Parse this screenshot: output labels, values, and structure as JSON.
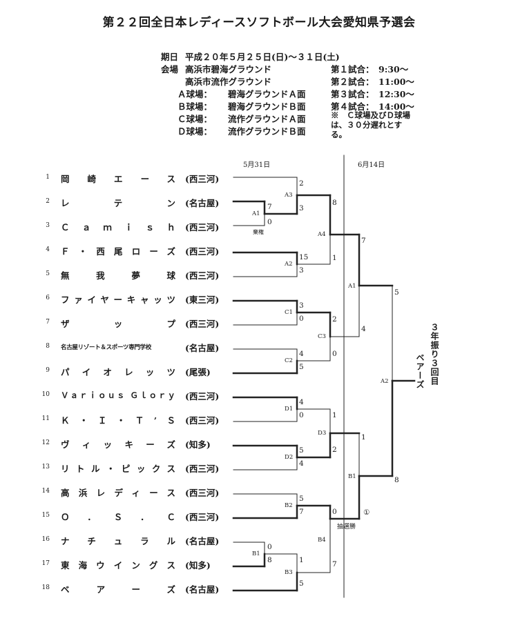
{
  "title": "第２２回全日本レディースソフトボール大会愛知県予選会",
  "info": {
    "period_label": "期日",
    "period_value": "平成２０年５月２５日(日)～３１日(土)",
    "venue_label": "会場",
    "venue_1": "高浜市碧海グラウンド",
    "venue_2": "高浜市流作グラウンド",
    "fields": [
      {
        "name": "Ａ球場：",
        "value": "碧海グラウンドＡ面"
      },
      {
        "name": "Ｂ球場：",
        "value": "碧海グラウンドＢ面"
      },
      {
        "name": "Ｃ球場：",
        "value": "流作グラウンドＡ面"
      },
      {
        "name": "Ｄ球場：",
        "value": "流作グラウンドＢ面"
      }
    ],
    "games": [
      {
        "label": "第１試合：",
        "time": "9:30～"
      },
      {
        "label": "第２試合：",
        "time": "11:00～"
      },
      {
        "label": "第３試合：",
        "time": "12:30～"
      },
      {
        "label": "第４試合：",
        "time": "14:00～"
      }
    ],
    "note": "※　Ｃ球場及びＤ球場は、３０分遅れとする。"
  },
  "dates": {
    "round1": "5月31日",
    "round2": "6月14日"
  },
  "teams": [
    {
      "num": "1",
      "name": "岡崎エース",
      "region": "(西三河)"
    },
    {
      "num": "2",
      "name": "レテン",
      "region": "(名古屋)"
    },
    {
      "num": "3",
      "name": "Ｃａｍｉｓｈ",
      "region": "(西三河)"
    },
    {
      "num": "4",
      "name": "Ｆ・西尾ローズ",
      "region": "(西三河)"
    },
    {
      "num": "5",
      "name": "無我夢球",
      "region": "(西三河)"
    },
    {
      "num": "6",
      "name": "ファイヤーキャッツ",
      "region": "(東三河)"
    },
    {
      "num": "7",
      "name": "ザップ",
      "region": "(西三河)"
    },
    {
      "num": "8",
      "name": "名古屋リゾート＆スポーツ専門学校",
      "region": "(名古屋)"
    },
    {
      "num": "9",
      "name": "パイオレッツ",
      "region": "(尾張)"
    },
    {
      "num": "10",
      "name": "Ｖａｒｉｏｕｓ Ｇｌｏｒｙ",
      "region": "(西三河)"
    },
    {
      "num": "11",
      "name": "Ｋ・Ｉ・Ｔ’Ｓ",
      "region": "(西三河)"
    },
    {
      "num": "12",
      "name": "ヴィッキーズ",
      "region": "(知多)"
    },
    {
      "num": "13",
      "name": "リトル・ピックス",
      "region": "(西三河)"
    },
    {
      "num": "14",
      "name": "高浜レディース",
      "region": "(西三河)"
    },
    {
      "num": "15",
      "name": "Ｏ．Ｓ．Ｃ",
      "region": "(西三河)"
    },
    {
      "num": "16",
      "name": "ナチュラル",
      "region": "(名古屋)"
    },
    {
      "num": "17",
      "name": "東海ウイングス",
      "region": "(知多)"
    },
    {
      "num": "18",
      "name": "ベアーズ",
      "region": "(名古屋)"
    }
  ],
  "matches": [
    {
      "id": "A1",
      "top": "7",
      "bottom": "0",
      "note": "棄権"
    },
    {
      "id": "A3",
      "top": "2",
      "bottom": "3"
    },
    {
      "id": "A2",
      "top": "15",
      "bottom": "3"
    },
    {
      "id": "A4",
      "top": "8",
      "bottom": "1"
    },
    {
      "id": "C1",
      "top": "3",
      "bottom": "0"
    },
    {
      "id": "C2",
      "top": "4",
      "bottom": "5"
    },
    {
      "id": "C3",
      "top": "2",
      "bottom": "0"
    },
    {
      "id": "A1",
      "top": "7",
      "bottom": "4"
    },
    {
      "id": "D1",
      "top": "4",
      "bottom": "0"
    },
    {
      "id": "D2",
      "top": "5",
      "bottom": "4"
    },
    {
      "id": "D3",
      "top": "1",
      "bottom": "2"
    },
    {
      "id": "B2",
      "top": "5",
      "bottom": "7"
    },
    {
      "id": "B1",
      "top": "0",
      "bottom": "8"
    },
    {
      "id": "B3",
      "top": "1",
      "bottom": "5"
    },
    {
      "id": "B4",
      "top": "0",
      "bottom": "7",
      "note": "抽選勝"
    },
    {
      "id": "B1",
      "top": "1",
      "bottom": "①"
    },
    {
      "id": "A2",
      "top": "5",
      "bottom": "8"
    }
  ],
  "champion": {
    "note": "３年振り３回目",
    "team": "ベアーズ"
  }
}
